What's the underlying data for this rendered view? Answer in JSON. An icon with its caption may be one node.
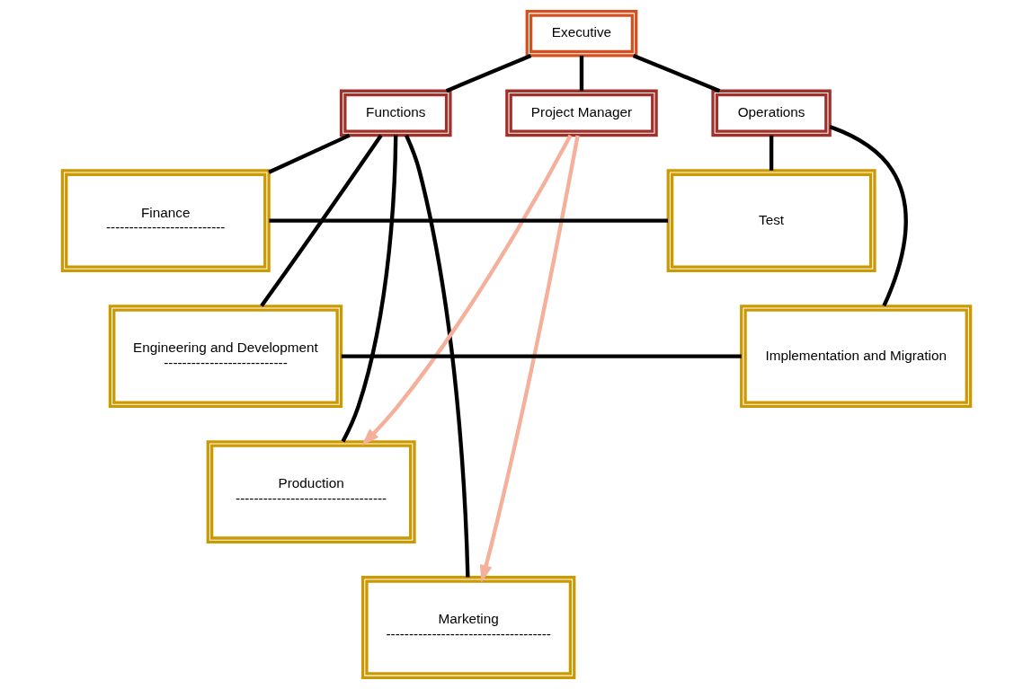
{
  "diagram": {
    "nodes": [
      {
        "text": [
          "Executive"
        ]
      },
      {
        "text": [
          "Functions"
        ]
      },
      {
        "text": [
          "Project Manager"
        ]
      },
      {
        "text": [
          "Operations"
        ]
      },
      {
        "text": [
          "Finance",
          "--------------------------"
        ]
      },
      {
        "text": [
          "Engineering and Development",
          "---------------------------"
        ]
      },
      {
        "text": [
          "Production",
          "---------------------------------"
        ]
      },
      {
        "text": [
          "Marketing",
          "------------------------------------"
        ]
      },
      {
        "text": [
          "Test"
        ]
      },
      {
        "text": [
          "Implementation and Migration"
        ]
      }
    ],
    "edges": [
      {
        "from": 0,
        "to": 1,
        "arrow": "none"
      },
      {
        "from": 0,
        "to": 2,
        "arrow": "none"
      },
      {
        "from": 0,
        "to": 3,
        "arrow": "none"
      },
      {
        "from": 1,
        "to": 4,
        "arrow": "none"
      },
      {
        "from": 1,
        "to": 5,
        "arrow": "none"
      },
      {
        "from": 1,
        "to": 6,
        "arrow": "none"
      },
      {
        "from": 1,
        "to": 7,
        "arrow": "none"
      },
      {
        "from": 3,
        "to": 8,
        "arrow": "none"
      },
      {
        "from": 3,
        "to": 9,
        "arrow": "none"
      },
      {
        "from": 4,
        "to": 8,
        "arrow": "none"
      },
      {
        "from": 5,
        "to": 9,
        "arrow": "none"
      },
      {
        "from": 2,
        "to": 6,
        "arrow": "to",
        "color": "#f4b09a"
      },
      {
        "from": 2,
        "to": 7,
        "arrow": "to",
        "color": "#f4b09a"
      }
    ]
  }
}
